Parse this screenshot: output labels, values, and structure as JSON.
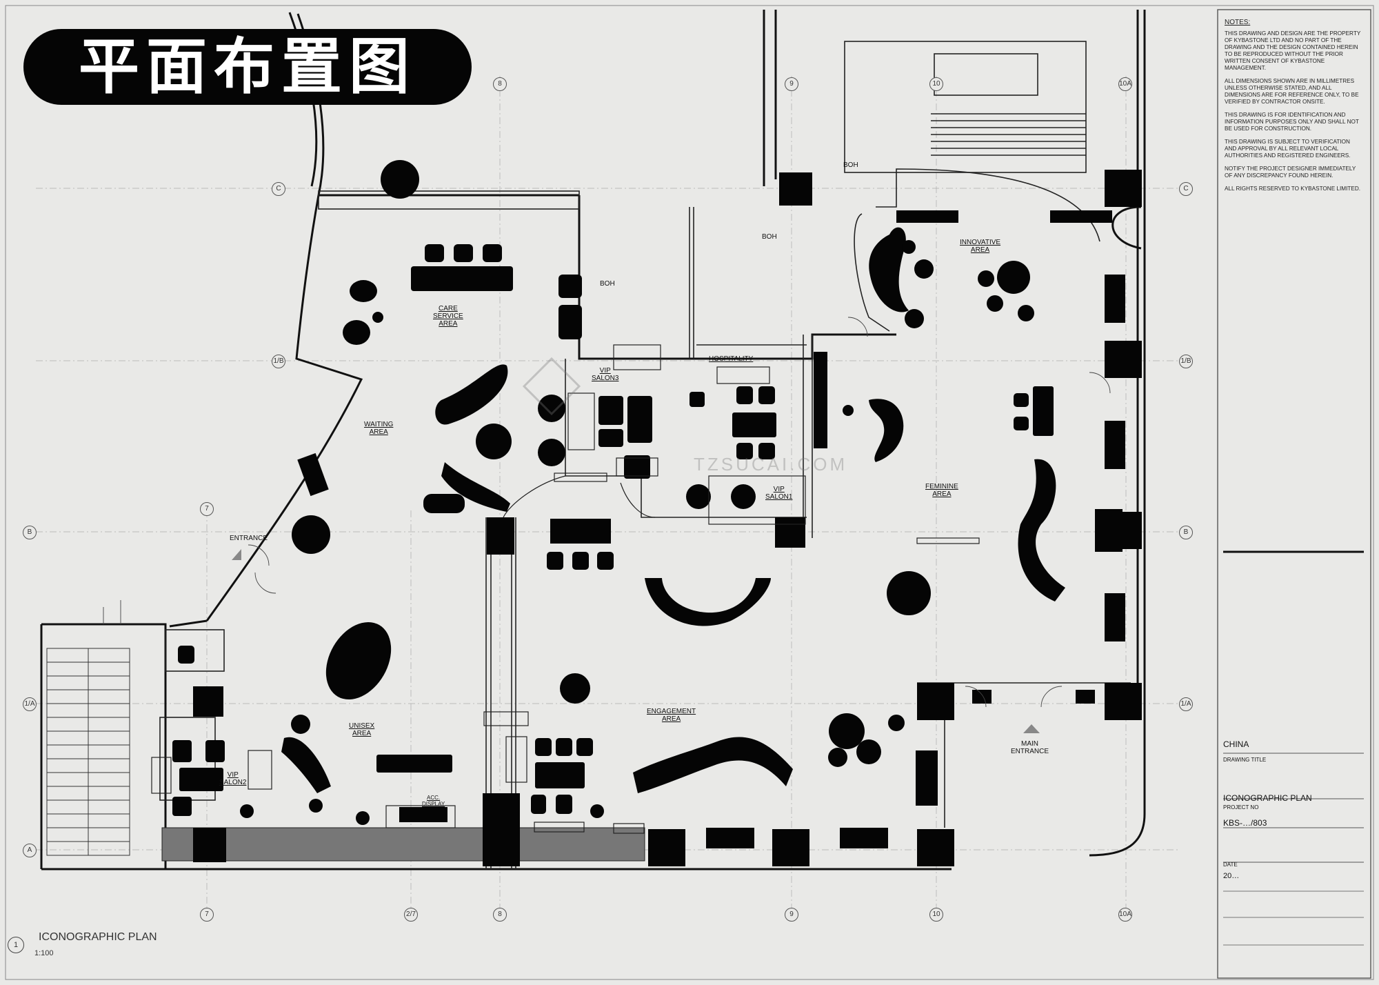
{
  "title_badge": "平面布置图",
  "grid_labels_top": [
    "8",
    "9",
    "10",
    "10A"
  ],
  "grid_labels_bottom": [
    "7",
    "2/7",
    "8",
    "9",
    "10",
    "10A"
  ],
  "grid_labels_left": [
    "C",
    "1/B",
    "B",
    "1/A",
    "A"
  ],
  "grid_labels_right": [
    "C",
    "1/B",
    "B",
    "1/A"
  ],
  "grid_label_mid": "7",
  "rooms": {
    "care_service": "CARE\nSERVICE\nAREA",
    "boh_1": "BOH",
    "boh_2": "BOH",
    "boh_3": "BOH",
    "vip_salon3": "VIP\nSALON3",
    "hospitality": "HOSPITALITY",
    "vip_salon1": "VIP\nSALON1",
    "waiting": "WAITING\nAREA",
    "entrance": "ENTRANCE",
    "innovative": "INNOVATIVE\nAREA",
    "feminine": "FEMININE\nAREA",
    "unisex": "UNISEX\nAREA",
    "vip_salon2": "VIP\nSALON2",
    "acc_display": "ACC.\nDISPLAY",
    "engagement": "ENGAGEMENT\nAREA",
    "main_entrance": "MAIN\nENTRANCE"
  },
  "notes": {
    "title": "NOTES:",
    "items": [
      "THIS DRAWING AND DESIGN ARE THE PROPERTY OF KYBASTONE LTD AND NO PART OF THE DRAWING AND THE DESIGN CONTAINED HEREIN TO BE REPRODUCED WITHOUT THE PRIOR WRITTEN CONSENT OF KYBASTONE MANAGEMENT.",
      "ALL DIMENSIONS SHOWN ARE IN MILLIMETRES UNLESS OTHERWISE STATED, AND ALL DIMENSIONS ARE FOR REFERENCE ONLY, TO BE VERIFIED BY CONTRACTOR ONSITE.",
      "THIS DRAWING IS FOR IDENTIFICATION AND INFORMATION PURPOSES ONLY AND SHALL NOT BE USED FOR CONSTRUCTION.",
      "THIS DRAWING IS SUBJECT TO VERIFICATION AND APPROVAL BY ALL RELEVANT LOCAL AUTHORITIES AND REGISTERED ENGINEERS.",
      "NOTIFY THE PROJECT DESIGNER IMMEDIATELY OF ANY DISCREPANCY FOUND HEREIN.",
      "ALL RIGHTS RESERVED TO KYBASTONE LIMITED."
    ]
  },
  "title_block": {
    "country": "CHINA",
    "drawing_title_label": "DRAWING TITLE",
    "drawing_title": "ICONOGRAPHIC PLAN",
    "project_no_label": "PROJECT NO",
    "project_no": "KBS-…/803",
    "date_label": "DATE",
    "date": "20…"
  },
  "plan_caption": {
    "number": "1",
    "title": "ICONOGRAPHIC PLAN",
    "scale": "1:100"
  },
  "watermark": "TZSUCAI.COM"
}
